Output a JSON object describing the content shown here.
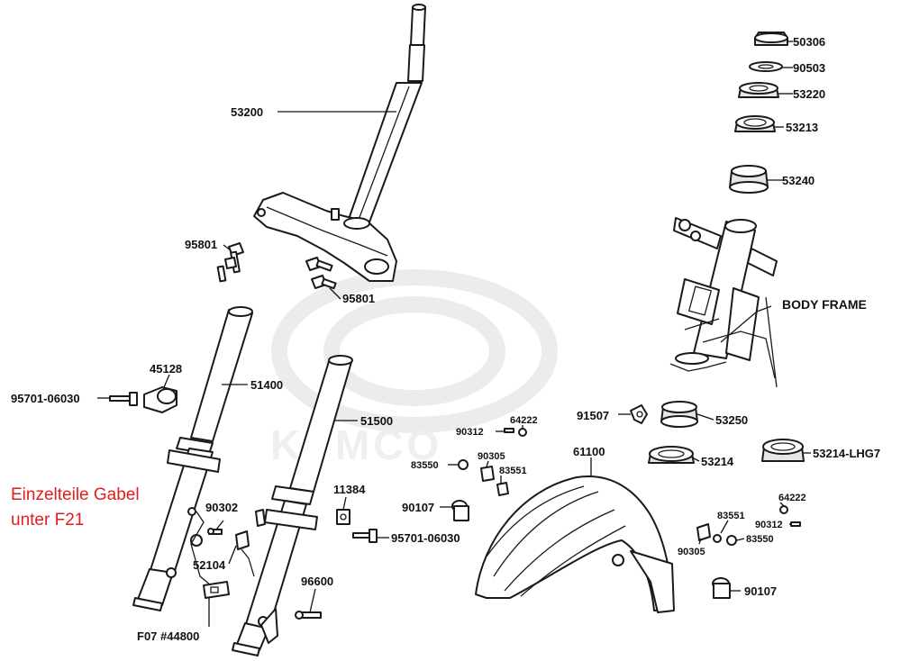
{
  "watermark": {
    "text": "KYMCO"
  },
  "note": {
    "line1": "Einzelteile Gabel",
    "line2": "unter F21",
    "color": "#e11d1d"
  },
  "body_frame_label": "BODY FRAME",
  "parts": {
    "p50306": "50306",
    "p90503": "90503",
    "p53220": "53220",
    "p53213": "53213",
    "p53240": "53240",
    "p53200": "53200",
    "p95801a": "95801",
    "p95801b": "95801",
    "p45128": "45128",
    "p95701a": "95701-06030",
    "p51400": "51400",
    "p51500": "51500",
    "p90302": "90302",
    "p52104": "52104",
    "p11384": "11384",
    "p95701b": "95701-06030",
    "p96600": "96600",
    "pF07": "F07 #44800",
    "p91507": "91507",
    "p53250": "53250",
    "p53214": "53214",
    "p53214LHG7": "53214-LHG7",
    "p61100": "61100",
    "p90312a": "90312",
    "p64222a": "64222",
    "p90305a": "90305",
    "p83550a": "83550",
    "p83551a": "83551",
    "p90107a": "90107",
    "p64222b": "64222",
    "p83551b": "83551",
    "p90312b": "90312",
    "p90305b": "90305",
    "p83550b": "83550",
    "p90107b": "90107"
  }
}
